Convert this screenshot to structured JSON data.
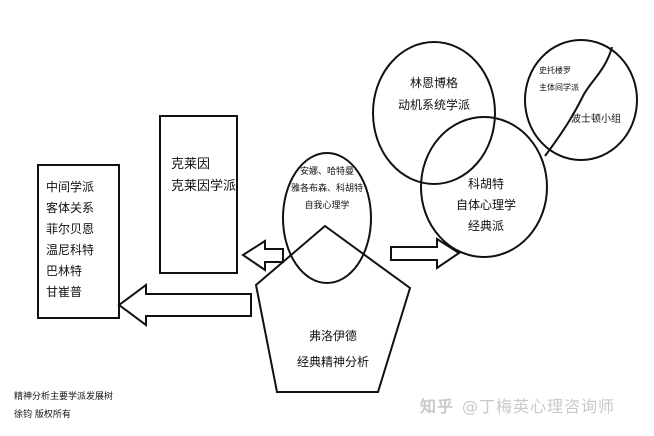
{
  "middle_school_box": {
    "lines": [
      "中间学派",
      "客体关系",
      "菲尔贝恩",
      "温尼科特",
      "巴林特",
      "甘崔普"
    ]
  },
  "klein_box": {
    "lines": [
      "克莱因",
      "克莱因学派"
    ]
  },
  "ego_psychology": {
    "lines": [
      "安娜、哈特曼",
      "雅各布森、科胡特",
      "自我心理学"
    ]
  },
  "lincoln_group": {
    "lines": [
      "林恩博格",
      "动机系统学派"
    ]
  },
  "kohut_group": {
    "lines": [
      "科胡特",
      "自体心理学",
      "经典派"
    ]
  },
  "intersubjective": {
    "lines": [
      "史托楼罗",
      "主体间学派"
    ]
  },
  "boston_group": {
    "label": "波士顿小组"
  },
  "freud": {
    "lines": [
      "弗洛伊德",
      "经典精神分析"
    ]
  },
  "caption": {
    "lines": [
      "精神分析主要学派发展树",
      "徐钧 版权所有"
    ]
  },
  "watermark": {
    "logo": "知乎",
    "text": "@丁梅英心理咨询师"
  }
}
